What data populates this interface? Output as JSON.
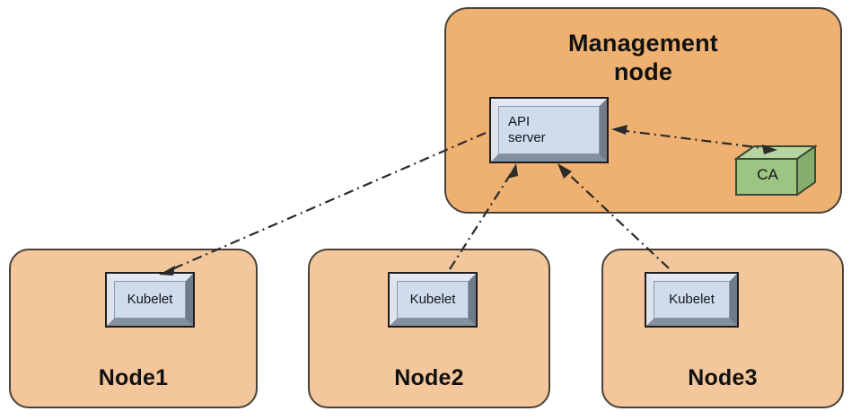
{
  "diagram": {
    "type": "architecture-diagram",
    "background": "#ffffff",
    "colors": {
      "management_node_fill": "#efb171",
      "worker_node_fill": "#f3c79b",
      "region_border": "#4a4238",
      "component_fill": "#cfdcec",
      "component_bevel": "#9aa6b8",
      "ca_fill": "#9cc483",
      "ca_top": "#b5d49f",
      "ca_side": "#85ad6e",
      "connector": "#2b2b2b"
    },
    "management_node": {
      "title": "Management\nnode",
      "title_line1": "Management",
      "title_line2": "node",
      "components": [
        {
          "id": "api-server",
          "label_line1": "API",
          "label_line2": "server"
        },
        {
          "id": "ca",
          "label": "CA",
          "shape": "3d-box"
        }
      ]
    },
    "worker_nodes": [
      {
        "id": "node1",
        "title": "Node1",
        "component": "Kubelet"
      },
      {
        "id": "node2",
        "title": "Node2",
        "component": "Kubelet"
      },
      {
        "id": "node3",
        "title": "Node3",
        "component": "Kubelet"
      }
    ],
    "connections": [
      {
        "from": "api-server",
        "to": "node1-kubelet",
        "style": "dash-dot",
        "direction": "forward"
      },
      {
        "from": "node2-kubelet",
        "to": "api-server",
        "style": "dash-dot",
        "direction": "forward"
      },
      {
        "from": "node3-kubelet",
        "to": "api-server",
        "style": "dash-dot",
        "direction": "forward"
      },
      {
        "from": "api-server",
        "to": "ca",
        "style": "dash-dot",
        "direction": "bidirectional"
      }
    ]
  }
}
